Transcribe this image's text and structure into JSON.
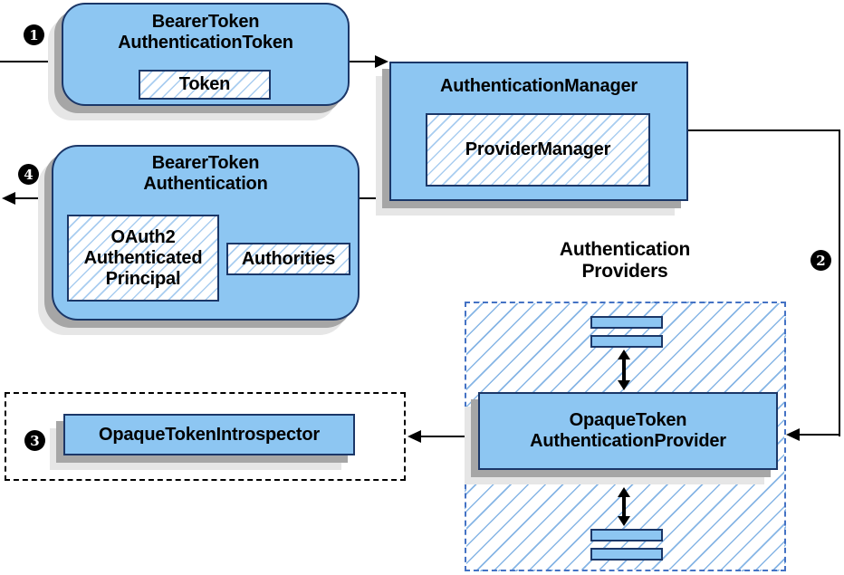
{
  "colors": {
    "node_fill": "#8dc6f2",
    "node_border": "#1b3768",
    "connector": "#000000",
    "providers_dash_border": "#4472c4",
    "introspector_dash_border": "#000000",
    "hatch_line_inner": "#a9cdf0",
    "hatch_line_outer": "#86b5e5",
    "shadow_dark": "#a6a6a6",
    "shadow_light": "#e6e6e6",
    "badge_bg": "#000000",
    "badge_text": "#ffffff"
  },
  "badges": {
    "step1": "1",
    "step2": "2",
    "step3": "3",
    "step4": "4"
  },
  "nodes": {
    "bearer_token_authentication_token": {
      "title_line1": "BearerToken",
      "title_line2": "AuthenticationToken",
      "inner": "Token"
    },
    "authentication_manager": {
      "title": "AuthenticationManager",
      "inner": "ProviderManager"
    },
    "bearer_token_authentication": {
      "title_line1": "BearerToken",
      "title_line2": "Authentication",
      "principal_line1": "OAuth2",
      "principal_line2": "Authenticated",
      "principal_line3": "Principal",
      "authorities": "Authorities"
    },
    "authentication_providers": {
      "label_line1": "Authentication",
      "label_line2": "Providers"
    },
    "opaque_token_authentication_provider": {
      "title_line1": "OpaqueToken",
      "title_line2": "AuthenticationProvider"
    },
    "opaque_token_introspector": {
      "title": "OpaqueTokenIntrospector"
    }
  }
}
